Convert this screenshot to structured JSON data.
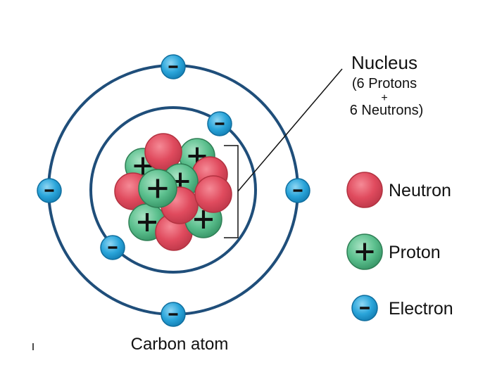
{
  "colors": {
    "orbit": "#1f4e7a",
    "neutron_fill": "#e04b5e",
    "neutron_stroke": "#b23240",
    "proton_fill": "#4fb883",
    "proton_stroke": "#2f7f55",
    "electron_fill": "#27a3d8",
    "electron_stroke": "#0f6e9e",
    "sign": "#111111",
    "leader": "#111111"
  },
  "labels": {
    "nucleus_title": "Nucleus",
    "nucleus_line1": "(6 Protons",
    "nucleus_plus": "+",
    "nucleus_line2": "6 Neutrons)",
    "caption": "Carbon atom"
  },
  "legend": [
    {
      "kind": "neutron",
      "label": "Neutron"
    },
    {
      "kind": "proton",
      "label": "Proton"
    },
    {
      "kind": "electron",
      "label": "Electron"
    }
  ],
  "signs": {
    "proton": "+",
    "electron": "-"
  },
  "counts": {
    "protons": 6,
    "neutrons": 6,
    "electrons": 6
  }
}
